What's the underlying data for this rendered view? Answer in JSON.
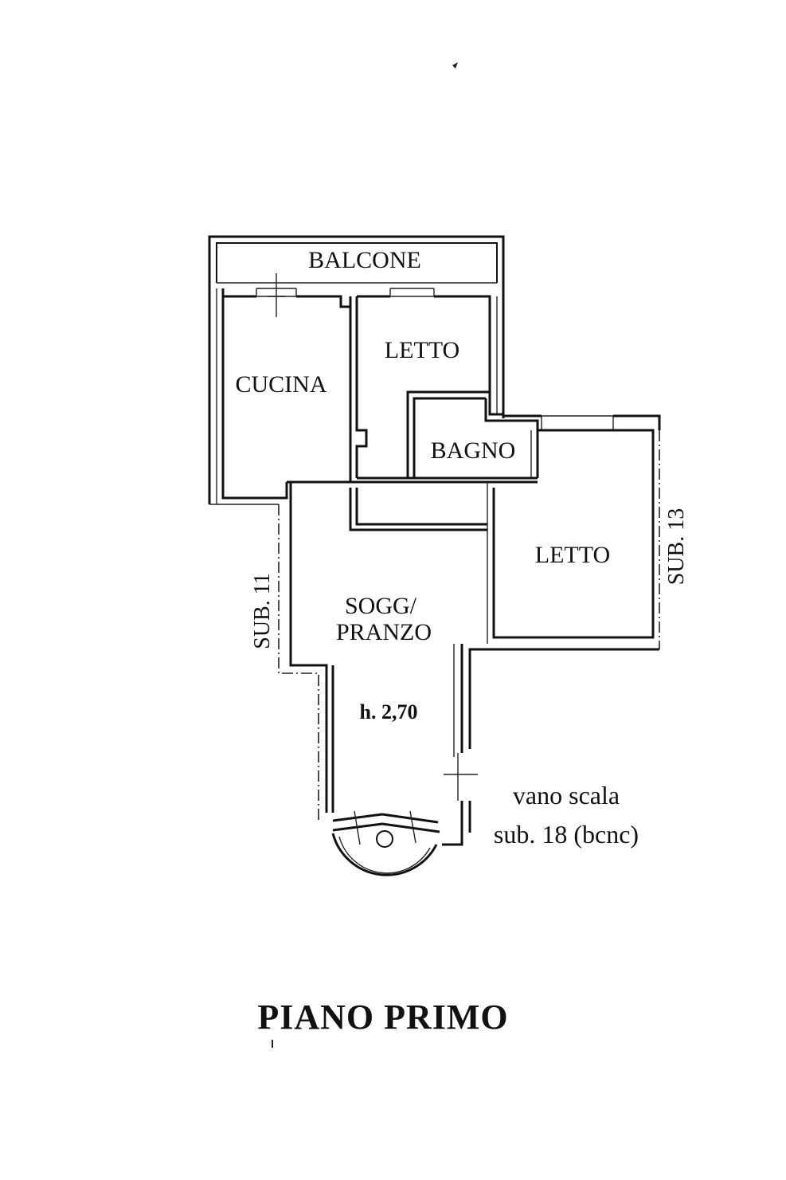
{
  "rooms": {
    "balcone": "BALCONE",
    "cucina": "CUCINA",
    "letto_top": "LETTO",
    "bagno": "BAGNO",
    "letto_right": "LETTO",
    "soggiorno_line1": "SOGG/",
    "soggiorno_line2": "PRANZO",
    "height": "h. 2,70"
  },
  "neighbors": {
    "left": "SUB. 11",
    "right": "SUB. 13"
  },
  "stair_note": {
    "line1": "vano scala",
    "line2": "sub. 18 (bcnc)"
  },
  "floor_title": "PIANO PRIMO"
}
